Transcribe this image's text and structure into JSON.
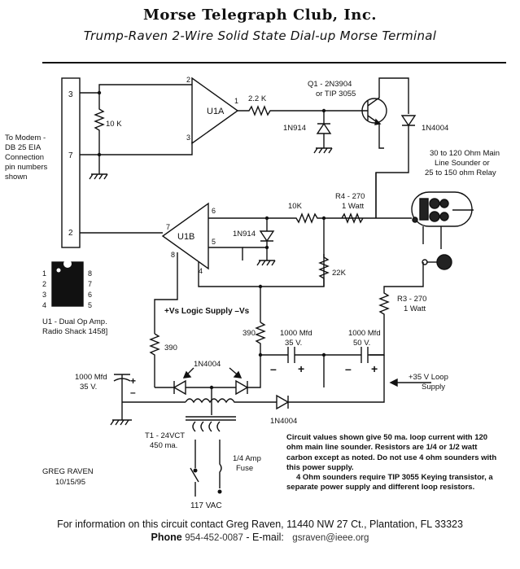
{
  "header": {
    "club": "Morse Telegraph Club, Inc.",
    "subtitle": "Trump-Raven 2-Wire Solid State Dial-up Morse Terminal"
  },
  "labels": {
    "modem": [
      "To Modem -",
      "DB 25 EIA",
      "Connection",
      "pin numbers",
      "shown"
    ],
    "pin3": "3",
    "pin7": "7",
    "pin2": "2",
    "r10k": "10 K",
    "u1a": "U1A",
    "u1a_pin2": "2",
    "u1a_pin3": "3",
    "u1a_pin1": "1",
    "r22k_a": "2.2 K",
    "q1_line1": "Q1 - 2N3904",
    "q1_line2": "or TIP 3055",
    "d1n914_a": "1N914",
    "d1n4004_a": "1N4004",
    "sounder": [
      "30 to 120 Ohm Main",
      "Line Sounder or",
      "25 to 150 ohm Relay"
    ],
    "r4_line1": "R4 - 270",
    "r4_line2": "1 Watt",
    "r10k_b": "10K",
    "u1b": "U1B",
    "u1b_pin6": "6",
    "u1b_pin5": "5",
    "u1b_pin7": "7",
    "u1b_pin8": "8",
    "u1b_pin4": "4",
    "d1n914_b": "1N914",
    "r22k": "22K",
    "ic_pins_left": [
      "1",
      "2",
      "3",
      "4"
    ],
    "ic_pins_right": [
      "8",
      "7",
      "6",
      "5"
    ],
    "ic_caption": [
      "U1 - Dual Op Amp.",
      "Radio Shack 1458]"
    ],
    "supply": "+Vs  Logic Supply –Vs",
    "r3_line1": "R3 - 270",
    "r3_line2": "1 Watt",
    "r390_a": "390",
    "r390_b": "390",
    "c1000_a": [
      "1000 Mfd",
      "35 V."
    ],
    "c1000_b": [
      "1000 Mfd",
      "50 V."
    ],
    "c1000_c": [
      "1000 Mfd",
      "35 V."
    ],
    "d1n4004_bridge": "1N4004",
    "d1n4004_c": "1N4004",
    "loop_supply": [
      "+35 V Loop",
      "Supply"
    ],
    "t1": [
      "T1 - 24VCT",
      "450 ma."
    ],
    "fuse": [
      "1/4 Amp",
      "Fuse"
    ],
    "vac": "117 VAC",
    "author": [
      "GREG RAVEN",
      "10/15/95"
    ],
    "plus": "+",
    "minus": "–"
  },
  "notes": {
    "p1": "Circuit values shown give 50 ma. loop current with 120 ohm main line sounder.  Resistors are 1/4 or 1/2 watt carbon except as noted.  Do not use 4 ohm sounders with this power supply.",
    "p2": "4 Ohm sounders require TIP 3055 Keying transistor, a separate power supply and different loop resistors."
  },
  "footer": {
    "info": "For information on this circuit contact Greg Raven, 11440 NW 27 Ct., Plantation, FL 33323",
    "phone_label": "Phone",
    "phone": "954-452-0087",
    "email_label": "- E-mail:",
    "email": "gsraven@ieee.org"
  }
}
